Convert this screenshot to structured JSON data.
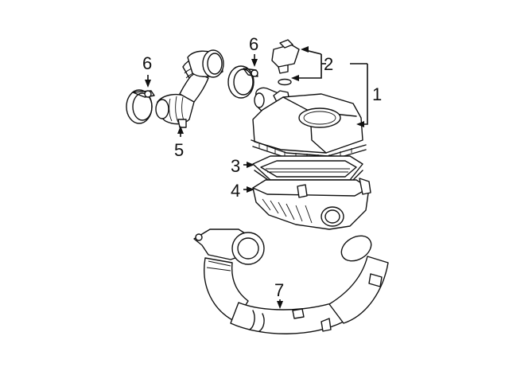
{
  "callouts": {
    "c1": "1",
    "c2": "2",
    "c3": "3",
    "c4": "4",
    "c5": "5",
    "c6a": "6",
    "c6b": "6",
    "c7": "7"
  },
  "colors": {
    "line": "#111111",
    "background": "#ffffff"
  }
}
